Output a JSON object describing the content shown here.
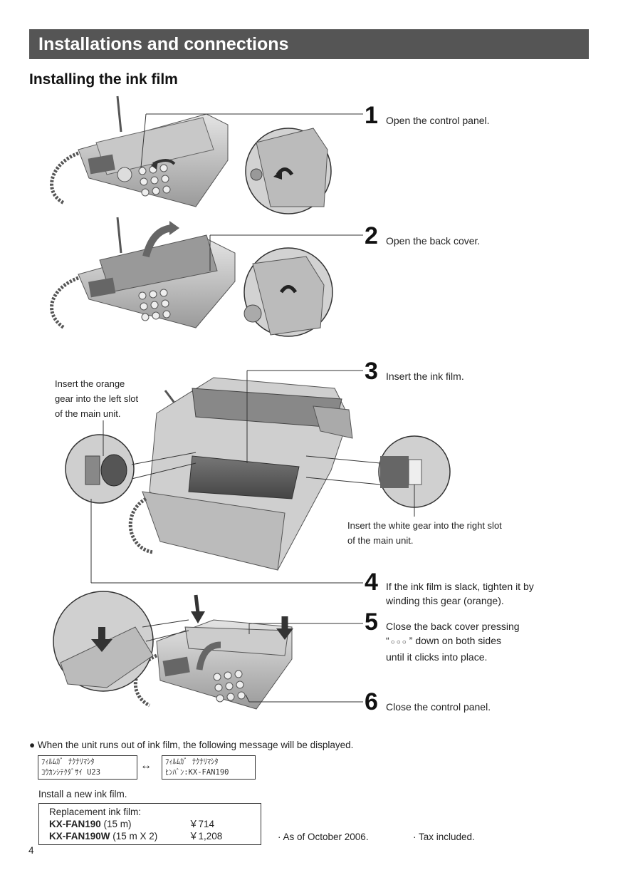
{
  "header": {
    "banner_title": "Installations and connections",
    "section_title": "Installing the ink film"
  },
  "steps": [
    {
      "number": "1",
      "text": "Open the control panel."
    },
    {
      "number": "2",
      "text": "Open the back cover."
    },
    {
      "number": "3",
      "text": "Insert the ink film."
    },
    {
      "number": "4",
      "text_line1": "If the ink film is slack, tighten it by",
      "text_line2": "winding this gear (orange)."
    },
    {
      "number": "5",
      "text_line1_pre": "“",
      "text_line1_post": "” down on both sides",
      "text_prefix": "Close the back cover pressing",
      "text_line3": "until it clicks into place."
    },
    {
      "number": "6",
      "text": "Close the control panel."
    }
  ],
  "callouts": {
    "left_gear": [
      "Insert the orange",
      "gear into the left slot",
      "of the main unit."
    ],
    "right_gear": [
      "Insert the white gear into the right slot",
      "of the main unit."
    ]
  },
  "message": {
    "bullet": "When the unit runs out of ink film, the following message will be displayed.",
    "display1": [
      "ﾌｨﾙﾑｶﾞ ﾅｸﾅﾘﾏｼﾀ",
      "ｺｳｶﾝｼﾃｸﾀﾞｻｲ U23"
    ],
    "display2": [
      "ﾌｨﾙﾑｶﾞ ﾅｸﾅﾘﾏｼﾀ",
      "ﾋﾝﾊﾞﾝ:KX-FAN190"
    ],
    "install_text": "Install a new ink film."
  },
  "replacement": {
    "heading": "Replacement ink film:",
    "items": [
      {
        "model": "KX-FAN190",
        "qty": " (15 m)",
        "price": "￥714"
      },
      {
        "model": "KX-FAN190W",
        "qty": " (15 m X 2)",
        "price": "￥1,208"
      }
    ]
  },
  "footnotes": {
    "as_of": "· As of October 2006.",
    "tax": "· Tax included."
  },
  "page_number": "4"
}
